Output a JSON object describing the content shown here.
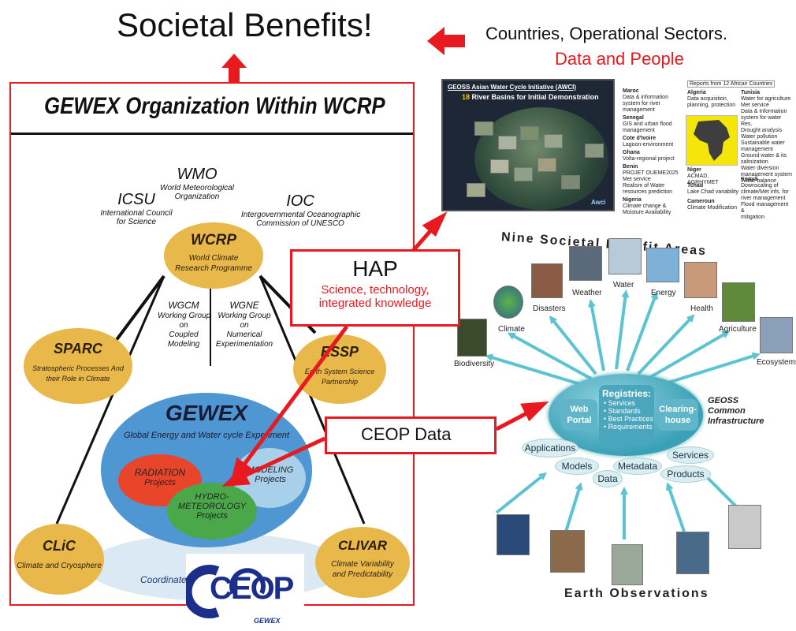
{
  "title": "Societal Benefits!",
  "header_right": {
    "line1": "Countries, Operational Sectors.",
    "line2": "Data and People"
  },
  "gewex_org": {
    "title": "GEWEX Organization Within WCRP",
    "wmo": {
      "abbr": "WMO",
      "name1": "World Meteorological",
      "name2": "Organization"
    },
    "icsu": {
      "abbr": "ICSU",
      "name1": "International Council",
      "name2": "for Science"
    },
    "ioc": {
      "abbr": "IOC",
      "name1": "Intergovernmental Oceanographic",
      "name2": "Commission of UNESCO"
    },
    "wcrp": {
      "abbr": "WCRP",
      "name1": "World Climate",
      "name2": "Research Programme"
    },
    "wgcm": {
      "abbr": "WGCM",
      "l1": "Working Group",
      "l2": "on",
      "l3": "Coupled",
      "l4": "Modeling"
    },
    "wgne": {
      "abbr": "WGNE",
      "l1": "Working Group",
      "l2": "on",
      "l3": "Numerical",
      "l4": "Experimentation"
    },
    "sparc": {
      "abbr": "SPARC",
      "name1": "Stratospheric Processes And",
      "name2": "their Role in Climate"
    },
    "essp": {
      "abbr": "ESSP",
      "name1": "Earth System Science",
      "name2": "Partnership"
    },
    "gewex": {
      "abbr": "GEWEX",
      "name": "Global Energy and Water cycle Experiment"
    },
    "radiation": {
      "l1": "RADIATION",
      "l2": "Projects"
    },
    "modeling": {
      "l1": "MODELING",
      "l2": "Projects"
    },
    "hydro": {
      "l1": "HYDRO-",
      "l2": "METEOROLOGY",
      "l3": "Projects"
    },
    "clic": {
      "abbr": "CLiC",
      "name": "Climate and Cryosphere"
    },
    "clivar": {
      "abbr": "CLIVAR",
      "name1": "Climate Variability",
      "name2": "and Predictability"
    },
    "coordinated": "Coordinated",
    "ceop_logo": {
      "text": "CEOP",
      "sub": "GEWEX"
    }
  },
  "hap": {
    "title": "HAP",
    "line1": "Science, technology,",
    "line2": "integrated knowledge"
  },
  "ceop_data": "CEOP Data",
  "awci": {
    "title": "GEOSS Asian Water Cycle Initiative (AWCI)",
    "count": "18",
    "subtitle": "River Basins for Initial Demonstration",
    "badge": "Awci"
  },
  "africa_report": {
    "header": "Reports from 12 African Countries",
    "countries": [
      {
        "name": "Maroc",
        "items": [
          "Data & information",
          "system for river",
          "management"
        ]
      },
      {
        "name": "Senegal",
        "items": [
          "GIS and urban flood",
          "management"
        ]
      },
      {
        "name": "Cote d'Ivoire",
        "items": [
          "Lagoon-environment"
        ]
      },
      {
        "name": "Ghana",
        "items": [
          "Volta-regional project"
        ]
      },
      {
        "name": "Benin",
        "items": [
          "PROJET OUEME2025",
          "Met service",
          "Realism of Water",
          "resources prediction"
        ]
      },
      {
        "name": "Nigeria",
        "items": [
          "Climate change &",
          "Moisture Availability"
        ]
      },
      {
        "name": "Algeria",
        "items": [
          "Data acquisition,",
          "planning, protection"
        ]
      },
      {
        "name": "Niger",
        "items": [
          "ACMAD, AGRHYMET"
        ]
      },
      {
        "name": "Tchad",
        "items": [
          "Lake Chad variability"
        ]
      },
      {
        "name": "Cameroun",
        "items": [
          "Climate Modification"
        ]
      },
      {
        "name": "Tunisia",
        "items": [
          "Water for agriculture",
          "Met service",
          "Data & Information",
          "system for water Res.",
          "Drought analysis",
          "Water pollution",
          "Sustainable water",
          "management",
          "Ground water & its",
          "salinization",
          "Water diversion",
          "management system",
          "Water balance"
        ]
      },
      {
        "name": "Kenya",
        "items": [
          "Downscaling of",
          "climate/Met infs. for",
          "river management",
          "Flood management &",
          "mitigation"
        ]
      }
    ]
  },
  "sba": {
    "title": "Nine Societal Benefit Areas",
    "areas": [
      "Biodiversity",
      "Climate",
      "Disasters",
      "Weather",
      "Water",
      "Energy",
      "Health",
      "Agriculture",
      "Ecosystems"
    ]
  },
  "geoss": {
    "web_portal": "Web Portal",
    "registries": {
      "title": "Registries:",
      "items": [
        "Services",
        "Standards",
        "Best Practices",
        "Requirements"
      ]
    },
    "clearinghouse": "Clearing-house",
    "infra": {
      "l1": "GEOSS",
      "l2": "Common",
      "l3": "Infrastructure"
    },
    "bubbles": [
      "Applications",
      "Models",
      "Data",
      "Metadata",
      "Services",
      "Products"
    ]
  },
  "earth_observations": "Earth Observations",
  "colors": {
    "red": "#e8191f",
    "oval": "#e8b84a",
    "gewex_blue": "#4f97d2",
    "radiation": "#e8452a",
    "hydro": "#4aa84a",
    "teal_arrow": "#5cc3d0"
  }
}
